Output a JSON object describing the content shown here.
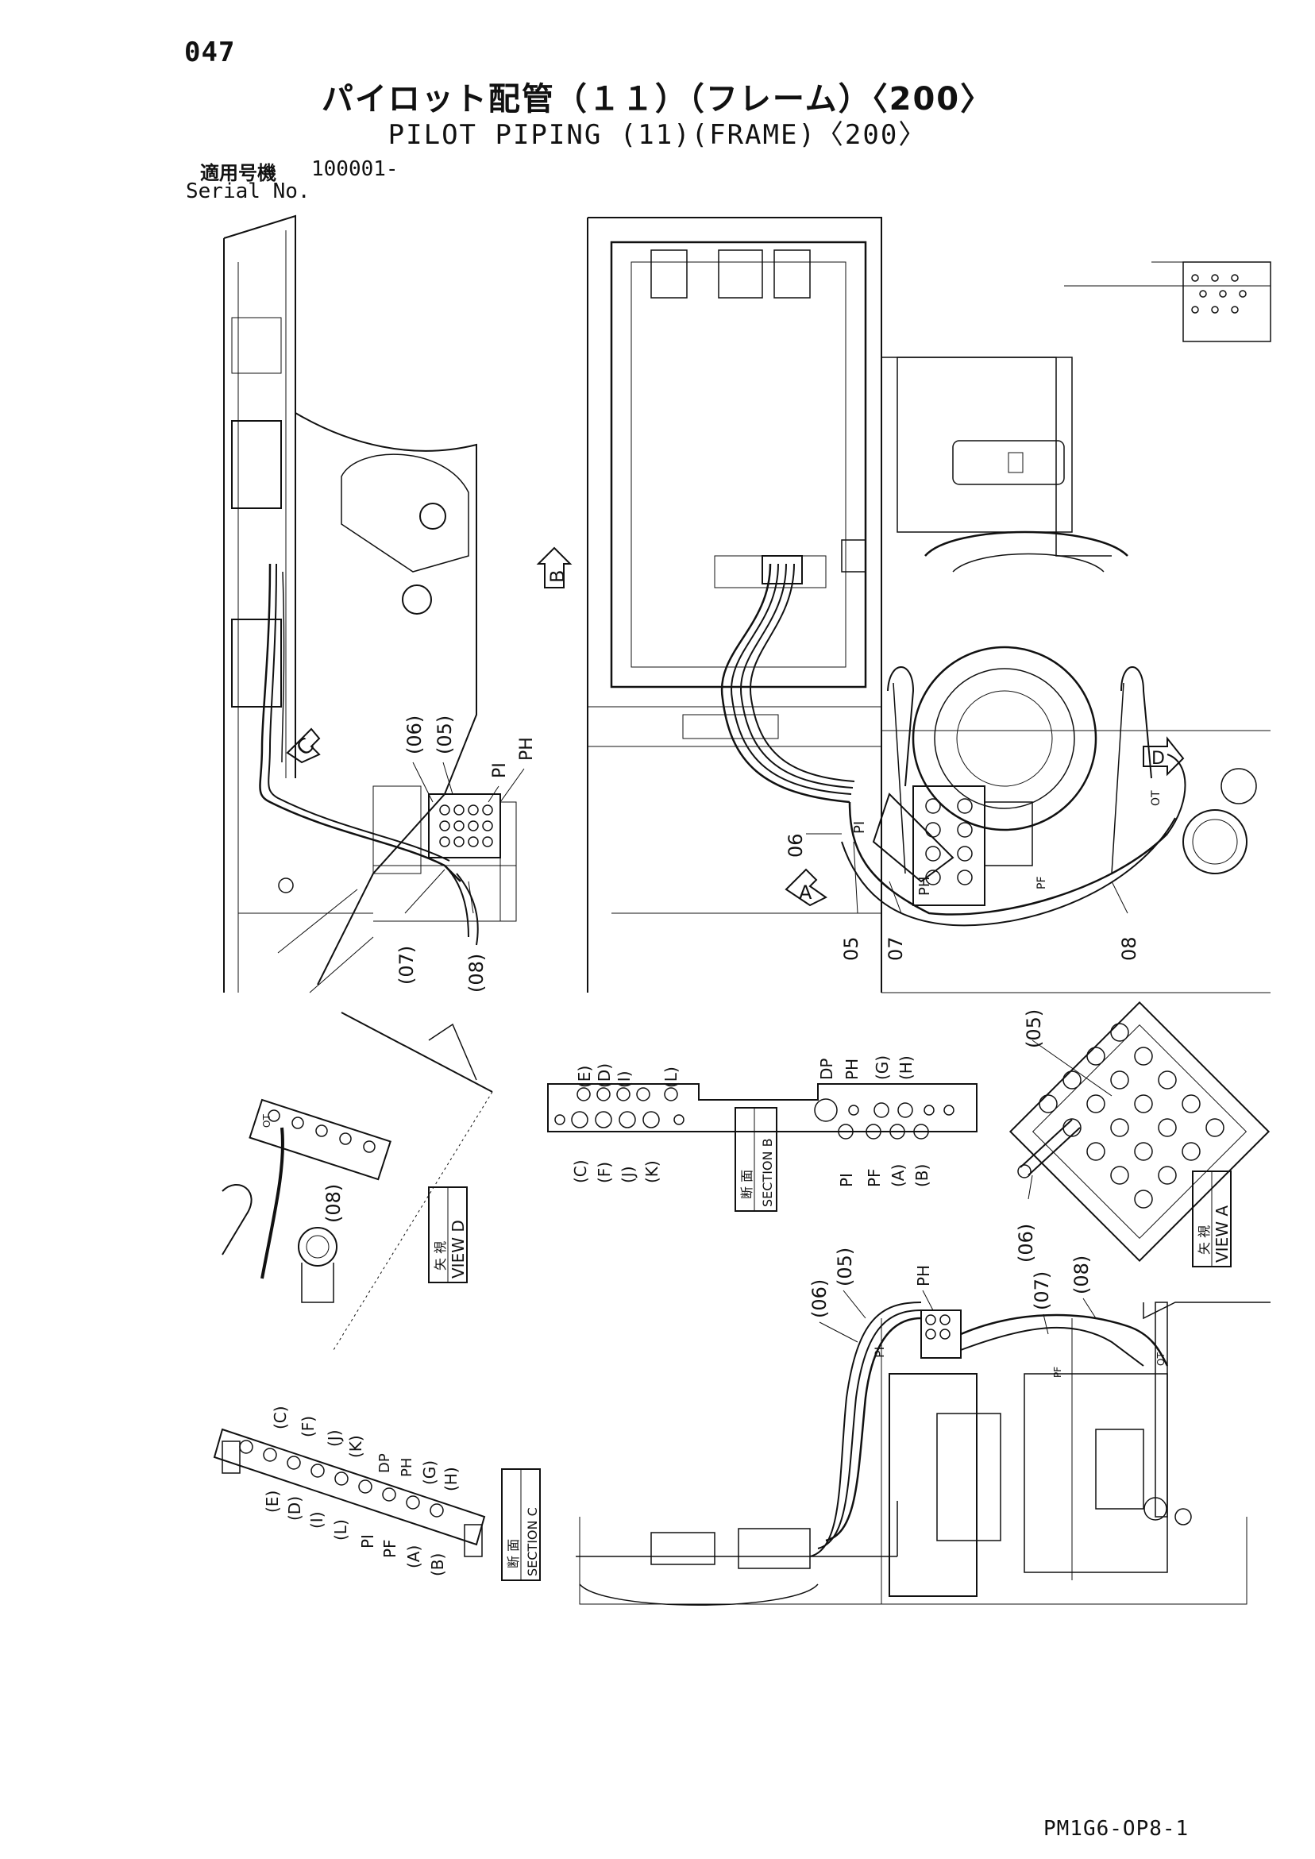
{
  "page": {
    "number": "047",
    "title_jp": "パイロット配管（１１）（フレーム）〈200〉",
    "title_en": "PILOT PIPING (11)(FRAME)〈200〉",
    "serial_label_jp": "適用号機",
    "serial_label_en": "Serial No.",
    "serial_value": "100001-",
    "footer_code": "PM1G6-OP8-1"
  },
  "views": {
    "arrow_a": "A",
    "arrow_b": "B",
    "arrow_c": "C",
    "arrow_d": "D",
    "view_a_label": "VIEW A",
    "view_d_label": "VIEW D",
    "section_b_label": "SECTION B",
    "section_c_label": "SECTION C",
    "view_jp": "矢 視",
    "section_jp": "断 面"
  },
  "callouts": {
    "p05": "(05)",
    "p06": "(06)",
    "p07": "(07)",
    "p08": "(08)",
    "n05": "05",
    "n06": "06",
    "n07": "07",
    "n08": "08",
    "pi": "PI",
    "ph": "PH",
    "pf": "PF",
    "dp": "DP",
    "ot": "OT"
  },
  "section_b_ports": {
    "top_left": [
      "(E)",
      "(D)",
      "(I)",
      "(L)"
    ],
    "bottom_left": [
      "(C)",
      "(F)",
      "(J)",
      "(K)"
    ],
    "top_right": [
      "DP",
      "PH",
      "(G)",
      "(H)"
    ],
    "bottom_right": [
      "PI",
      "PF",
      "(A)",
      "(B)"
    ]
  },
  "section_c_ports": {
    "upper": [
      "(C)",
      "(F)",
      "(J)",
      "(K)",
      "DP",
      "PH",
      "(G)",
      "(H)"
    ],
    "lower": [
      "(E)",
      "(D)",
      "(I)",
      "(L)",
      "PI",
      "PF",
      "(A)",
      "(B)"
    ]
  }
}
